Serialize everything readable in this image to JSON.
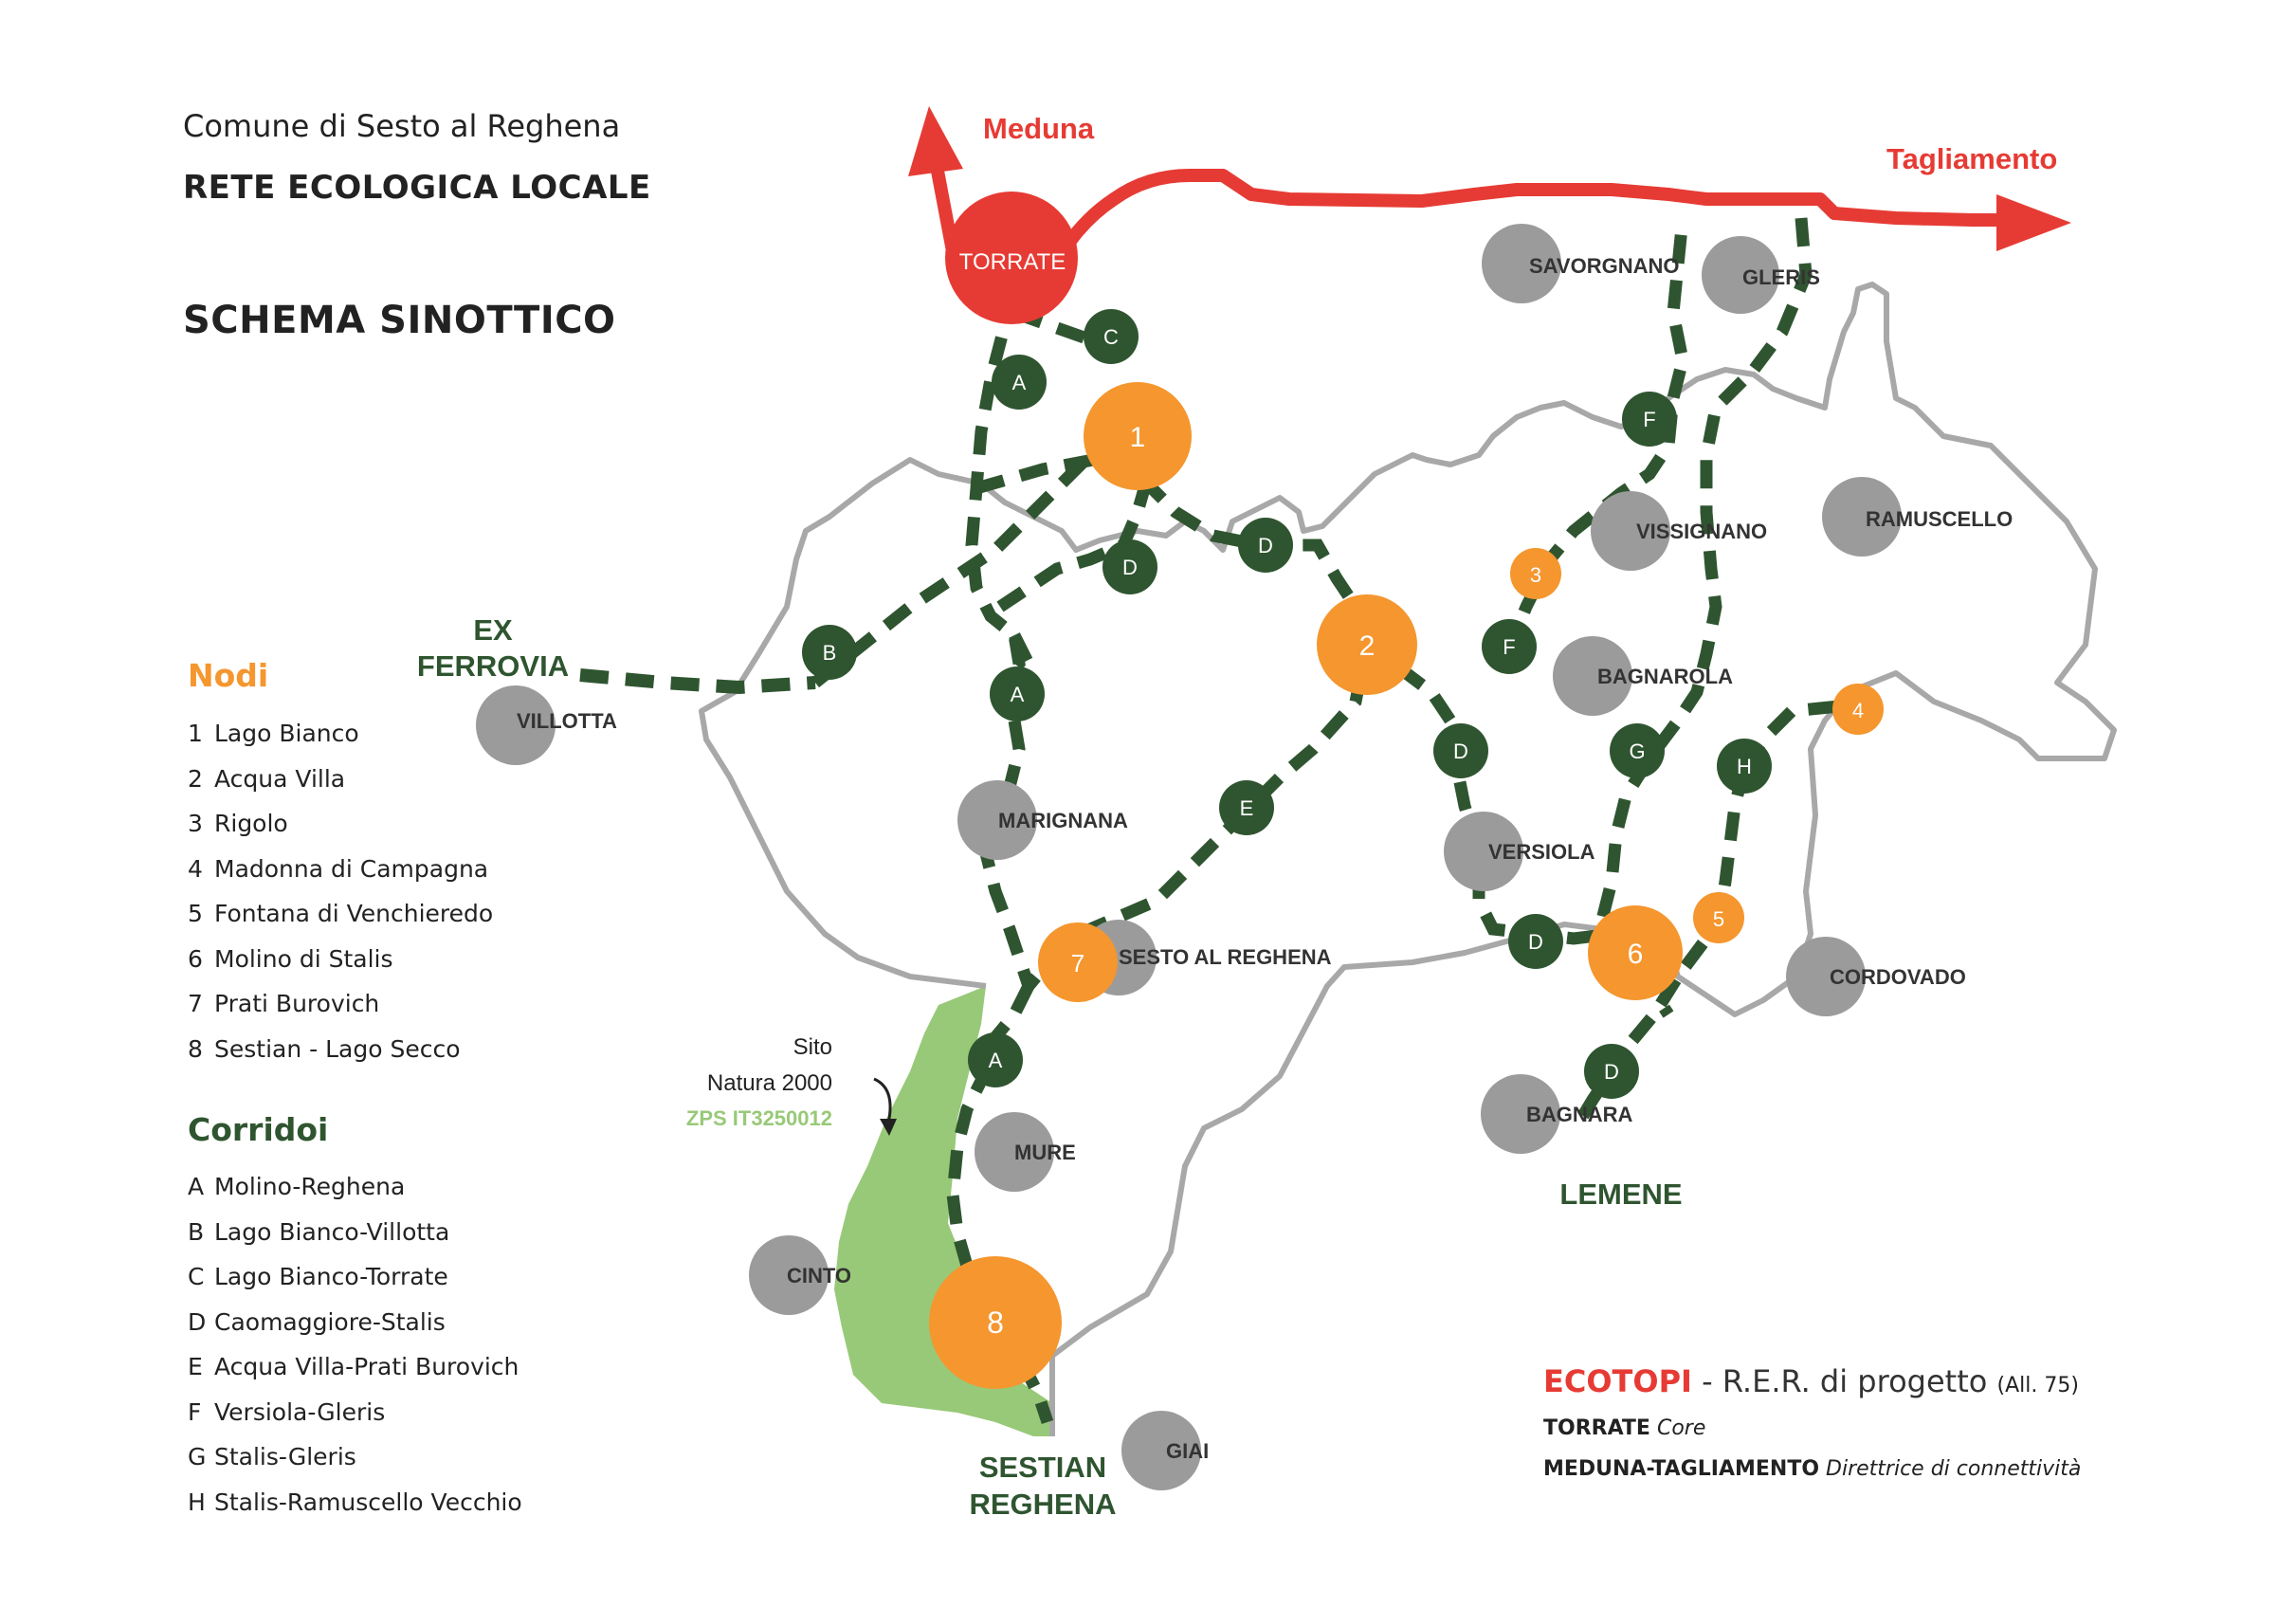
{
  "header": {
    "municipality": "Comune di Sesto al Reghena",
    "network": "RETE ECOLOGICA LOCALE",
    "schema": "SCHEMA SINOTTICO"
  },
  "legend": {
    "nodes_title": "Nodi",
    "nodes": [
      {
        "code": "1",
        "name": "Lago Bianco"
      },
      {
        "code": "2",
        "name": "Acqua Villa"
      },
      {
        "code": "3",
        "name": "Rigolo"
      },
      {
        "code": "4",
        "name": "Madonna di Campagna"
      },
      {
        "code": "5",
        "name": "Fontana di Venchieredo"
      },
      {
        "code": "6",
        "name": "Molino di Stalis"
      },
      {
        "code": "7",
        "name": "Prati Burovich"
      },
      {
        "code": "8",
        "name": "Sestian - Lago Secco"
      }
    ],
    "corridors_title": "Corridoi",
    "corridors": [
      {
        "code": "A",
        "name": "Molino-Reghena"
      },
      {
        "code": "B",
        "name": "Lago Bianco-Villotta"
      },
      {
        "code": "C",
        "name": "Lago Bianco-Torrate"
      },
      {
        "code": "D",
        "name": "Caomaggiore-Stalis"
      },
      {
        "code": "E",
        "name": "Acqua Villa-Prati Burovich"
      },
      {
        "code": "F",
        "name": "Versiola-Gleris"
      },
      {
        "code": "G",
        "name": "Stalis-Gleris"
      },
      {
        "code": "H",
        "name": "Stalis-Ramuscello Vecchio"
      }
    ]
  },
  "ecotopi": {
    "label": "ECOTOPI",
    "text": " - R.E.R. di progetto ",
    "ref": "(All. 75)",
    "core_name": "TORRATE",
    "core_desc": "Core",
    "dir_name": "MEDUNA-TAGLIAMENTO",
    "dir_desc": "Direttrice di connettività"
  },
  "map": {
    "rivers": {
      "meduna": "Meduna",
      "tagliamento": "Tagliamento"
    },
    "torrate": "TORRATE",
    "ex_ferrovia": [
      "EX",
      "FERROVIA"
    ],
    "natura": {
      "line1": "Sito",
      "line2": "Natura 2000",
      "code": "ZPS IT3250012"
    },
    "sestian": [
      "SESTIAN",
      "REGHENA"
    ],
    "lemene": "LEMENE",
    "places": [
      "SAVORGNANO",
      "GLERIS",
      "RAMUSCELLO",
      "VISSIGNANO",
      "BAGNAROLA",
      "VILLOTTA",
      "MARIGNANA",
      "VERSIOLA",
      "SESTO AL REGHENA",
      "CORDOVADO",
      "BAGNARA",
      "MURE",
      "CINTO",
      "GIAI"
    ],
    "node_numbers": [
      "1",
      "2",
      "3",
      "4",
      "5",
      "6",
      "7",
      "8"
    ],
    "corridor_markers": [
      "C",
      "A",
      "D",
      "D",
      "B",
      "A",
      "E",
      "F",
      "F",
      "D",
      "G",
      "H",
      "D",
      "D",
      "A"
    ]
  },
  "colors": {
    "river": "#e63b34",
    "corridor": "#2f5530",
    "node": "#f5962e",
    "place": "#9b9b9b",
    "natura": "#98c978",
    "boundary": "#a8a8a8"
  }
}
